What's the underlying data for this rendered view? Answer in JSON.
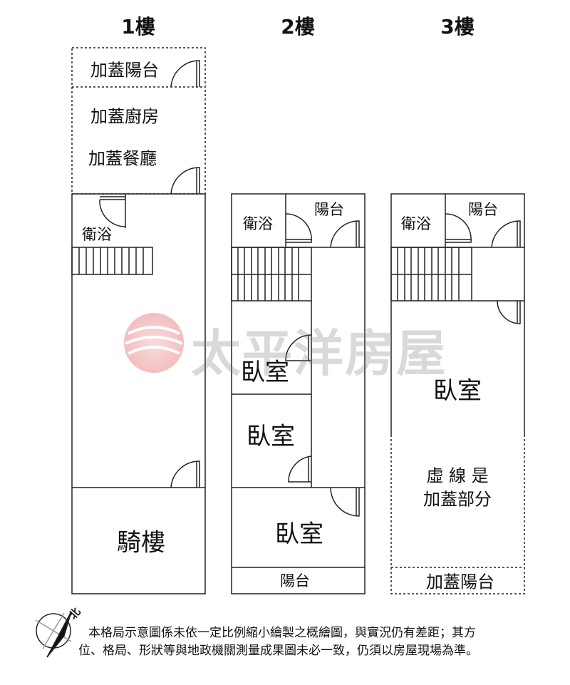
{
  "floors": [
    {
      "label": "1樓",
      "rooms": [
        "加蓋陽台",
        "加蓋廚房",
        "加蓋餐廳",
        "衛浴",
        "騎樓"
      ]
    },
    {
      "label": "2樓",
      "rooms": [
        "衛浴",
        "陽台",
        "臥室",
        "臥室",
        "臥室",
        "陽台"
      ]
    },
    {
      "label": "3樓",
      "rooms": [
        "衛浴",
        "陽台",
        "臥室",
        "虛 線 是",
        "加蓋部分",
        "加蓋陽台"
      ]
    }
  ],
  "watermark": "太平洋房屋",
  "compass": {
    "label": "北"
  },
  "disclaimer": [
    "本格局示意圖係未依一定比例縮小繪製之概繪圖，與實況仍有差距；其方",
    "位、格局、形狀等與地政機關測量成果圖未必一致，仍須以房屋現場為準。"
  ],
  "colors": {
    "line": "#222222",
    "watermark_red": "#e35a5a"
  }
}
